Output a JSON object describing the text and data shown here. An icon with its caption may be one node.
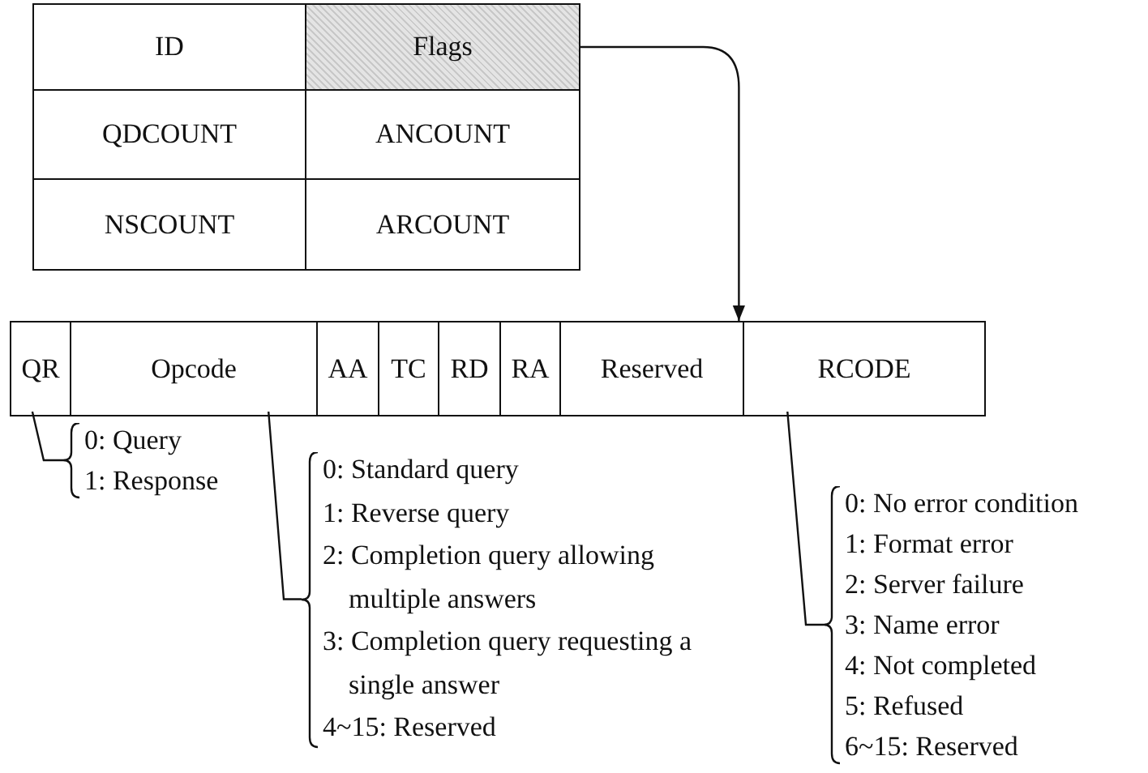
{
  "diagram": {
    "nodes": [
      {
        "text": [
          "ID"
        ]
      },
      {
        "text": [
          "Flags"
        ]
      },
      {
        "text": [
          "QDCOUNT"
        ]
      },
      {
        "text": [
          "ANCOUNT"
        ]
      },
      {
        "text": [
          "NSCOUNT"
        ]
      },
      {
        "text": [
          "ARCOUNT"
        ]
      },
      {
        "text": [],
        "shape": "box"
      },
      {
        "text": [
          "QR"
        ],
        "in": 6
      },
      {
        "text": [
          "Opcode"
        ],
        "in": 6
      },
      {
        "text": [
          "AA"
        ],
        "in": 6
      },
      {
        "text": [
          "TC"
        ],
        "in": 6
      },
      {
        "text": [
          "RD"
        ],
        "in": 6
      },
      {
        "text": [
          "RA"
        ],
        "in": 6
      },
      {
        "text": [
          "Reserved"
        ],
        "in": 6
      },
      {
        "text": [
          "RCODE"
        ],
        "in": 6
      },
      {
        "text": [
          "0: Query",
          "1: Response"
        ]
      },
      {
        "text": [
          "0: Standard query",
          "1: Reverse query",
          "2: Completion query allowing multiple answers",
          "3: Completion query requesting a single answer",
          "4~15: Reserved"
        ]
      },
      {
        "text": [
          "0: No error condition",
          "1: Format error",
          "2: Server failure",
          "3: Name error",
          "4: Not completed",
          "5: Refused",
          "6~15: Reserved"
        ]
      }
    ],
    "edges": [
      {
        "from": 1,
        "to": 6,
        "arrow": "to"
      },
      {
        "from": 7,
        "to": 15,
        "arrow": "none"
      },
      {
        "from": 8,
        "to": 16,
        "arrow": "none"
      },
      {
        "from": 14,
        "to": 17,
        "arrow": "none"
      }
    ]
  }
}
